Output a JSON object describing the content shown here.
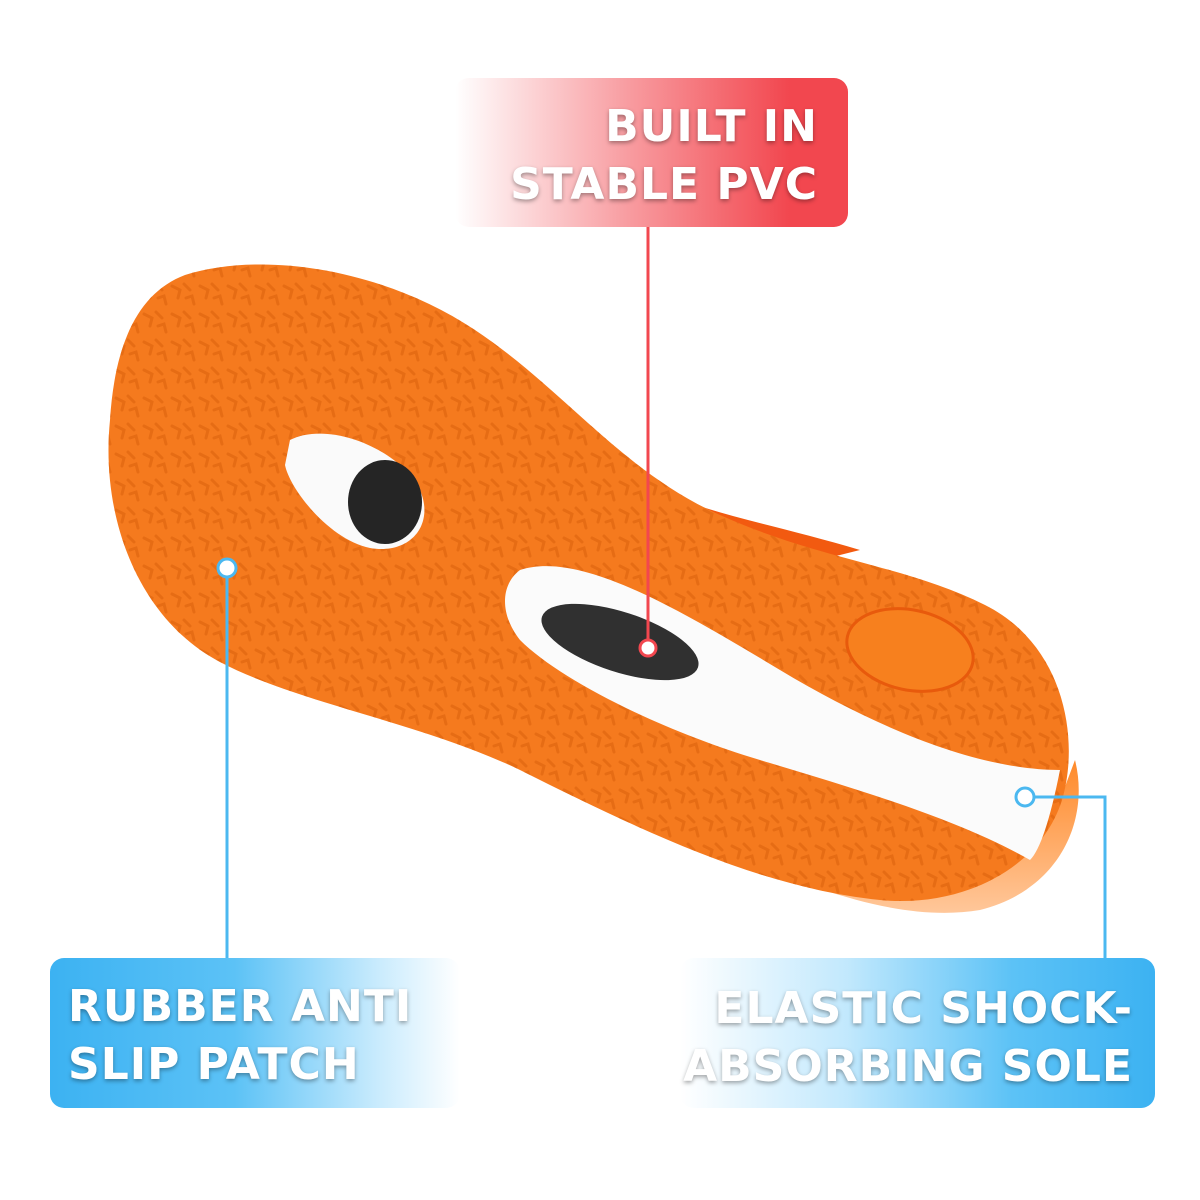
{
  "callouts": {
    "top": {
      "line1": "BUILT IN",
      "line2": "STABLE PVC"
    },
    "left": {
      "line1": "RUBBER ANTI",
      "line2": "SLIP PATCH"
    },
    "right": {
      "line1": "ELASTIC SHOCK-",
      "line2": "ABSORBING SOLE"
    }
  },
  "colors": {
    "sole": "#f57a1e",
    "red_accent": "#f2474f",
    "blue_accent": "#3cb2f2"
  }
}
